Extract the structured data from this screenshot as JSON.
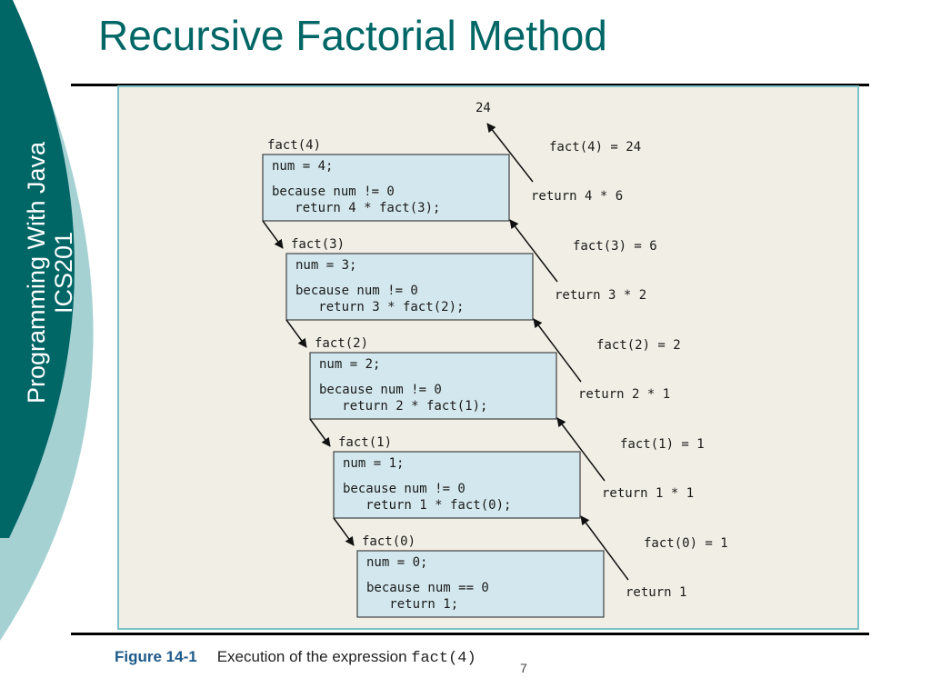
{
  "slide": {
    "title": "Recursive Factorial Method",
    "sidebar": {
      "line1": "Programming With Java",
      "line2": "ICS201"
    },
    "slide_number": "7"
  },
  "figure": {
    "result": "24",
    "frames": [
      {
        "call": "fact(4)",
        "lines": [
          "num = 4;",
          "because num != 0",
          "   return 4 * fact(3);"
        ]
      },
      {
        "call": "fact(3)",
        "lines": [
          "num = 3;",
          "because num != 0",
          "   return 3 * fact(2);"
        ]
      },
      {
        "call": "fact(2)",
        "lines": [
          "num = 2;",
          "because num != 0",
          "   return 2 * fact(1);"
        ]
      },
      {
        "call": "fact(1)",
        "lines": [
          "num = 1;",
          "because num != 0",
          "   return 1 * fact(0);"
        ]
      },
      {
        "call": "fact(0)",
        "lines": [
          "num = 0;",
          "because num == 0",
          "   return 1;"
        ]
      }
    ],
    "returns": [
      {
        "value": "fact(4) = 24",
        "expr": "return 4 * 6"
      },
      {
        "value": "fact(3) = 6",
        "expr": "return 3 * 2"
      },
      {
        "value": "fact(2) = 2",
        "expr": "return 2 * 1"
      },
      {
        "value": "fact(1) = 1",
        "expr": "return 1 * 1"
      },
      {
        "value": "fact(0) = 1",
        "expr": "return 1"
      }
    ],
    "caption": {
      "label": "Figure 14-1",
      "text": "Execution of the expression ",
      "code": "fact(4)"
    },
    "colors": {
      "box_fill": "#d3e8ee",
      "box_stroke": "#404040",
      "arrow": "#111111",
      "panel_bg": "#f1efe5",
      "panel_border": "#7cc3c9",
      "title": "#006666",
      "sidebar_dark": "#006666",
      "sidebar_light": "#a6d1d3"
    }
  }
}
